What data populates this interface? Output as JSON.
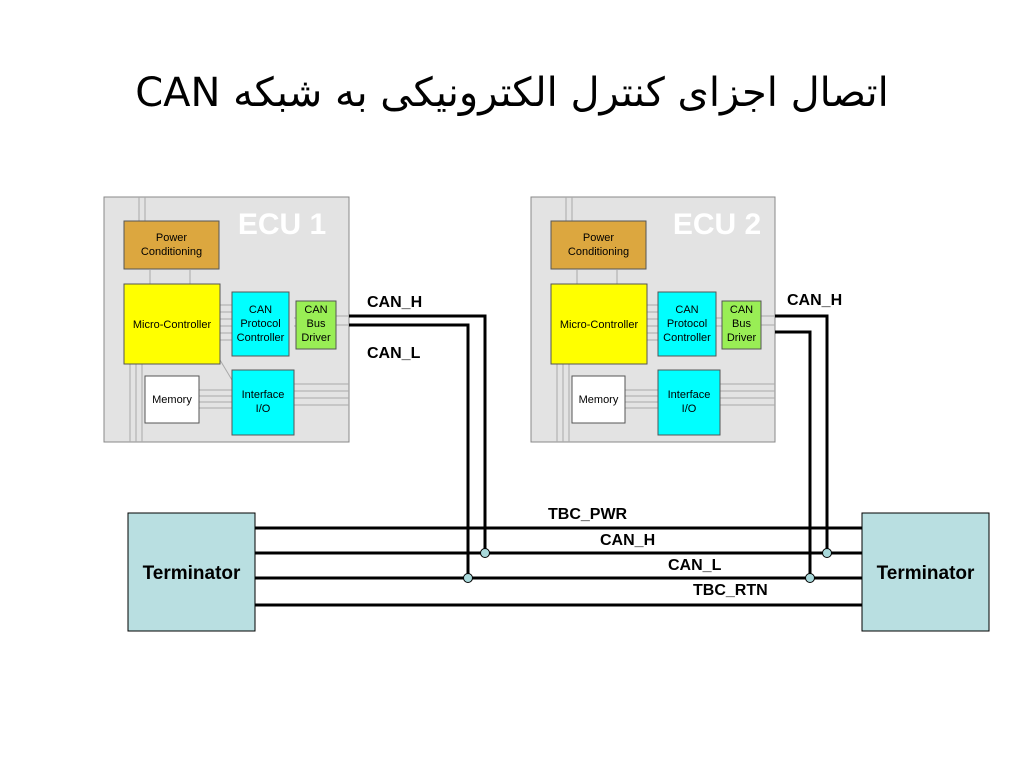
{
  "title": "اتصال اجزای کنترل الکترونیکی به شبکه CAN",
  "ecus": [
    {
      "label": "ECU 1",
      "power": [
        "Power",
        "Conditioning"
      ],
      "micro": "Micro-Controller",
      "can_ctrl": [
        "CAN",
        "Protocol",
        "Controller"
      ],
      "can_driver": [
        "CAN",
        "Bus",
        "Driver"
      ],
      "memory": "Memory",
      "interface": [
        "Interface",
        "I/O"
      ]
    },
    {
      "label": "ECU 2",
      "power": [
        "Power",
        "Conditioning"
      ],
      "micro": "Micro-Controller",
      "can_ctrl": [
        "CAN",
        "Protocol",
        "Controller"
      ],
      "can_driver": [
        "CAN",
        "Bus",
        "Driver"
      ],
      "memory": "Memory",
      "interface": [
        "Interface",
        "I/O"
      ]
    }
  ],
  "ecu1_can_h": "CAN_H",
  "ecu1_can_l": "CAN_L",
  "ecu2_can_h": "CAN_H",
  "bus": {
    "tbc_pwr": "TBC_PWR",
    "can_h": "CAN_H",
    "can_l": "CAN_L",
    "tbc_rtn": "TBC_RTN"
  },
  "terminator_left": "Terminator",
  "terminator_right": "Terminator",
  "colors": {
    "ecu_bg": "#e3e3e3",
    "power": "#dca73f",
    "micro": "#ffff00",
    "can_ctrl": "#00ffff",
    "can_driver": "#99ee55",
    "memory": "#ffffff",
    "terminator": "#b9dfe1",
    "junction": "#a9d9db"
  }
}
